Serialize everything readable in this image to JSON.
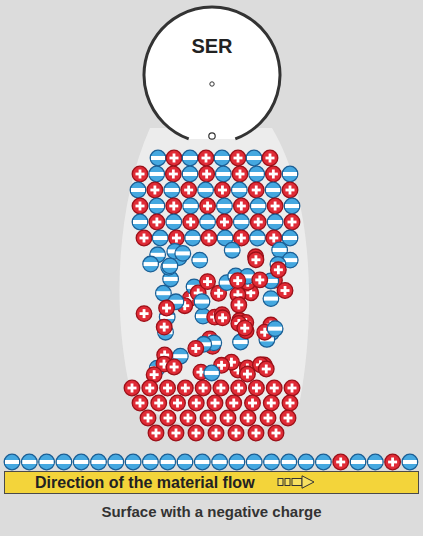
{
  "diagram": {
    "nodes": [
      {
        "text": [
          "SER"
        ]
      },
      {
        "text": [
          "Direction of the material flow"
        ]
      }
    ],
    "labels": [
      "Surface with a negative charge"
    ]
  }
}
